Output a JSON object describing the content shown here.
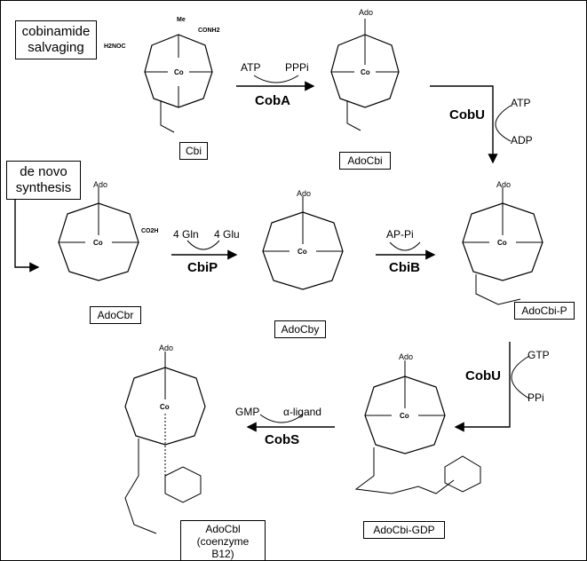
{
  "pathway_boxes": {
    "salvaging_line1": "cobinamide",
    "salvaging_line2": "salvaging",
    "denovo_line1": "de novo",
    "denovo_line2": "synthesis"
  },
  "compounds": {
    "cbi": "Cbi",
    "adocbi": "AdoCbi",
    "adocbr": "AdoCbr",
    "adocby": "AdoCby",
    "adocbi_p": "AdoCbi-P",
    "adocbi_gdp": "AdoCbi-GDP",
    "adocbl_line1": "AdoCbl",
    "adocbl_line2": "(coenzyme B12)"
  },
  "enzymes": {
    "coba": "CobA",
    "cobu_top": "CobU",
    "cbip": "CbiP",
    "cbib": "CbiB",
    "cobu_bottom": "CobU",
    "cobs": "CobS"
  },
  "cofactors": {
    "atp_coba": "ATP",
    "ppp_coba": "PPPi",
    "atp_cobu": "ATP",
    "adp_cobu": "ADP",
    "gln": "4 Gln",
    "glu": "4 Glu",
    "ap_pi": "AP-Pi",
    "gtp": "GTP",
    "ppi": "PPi",
    "gmp": "GMP",
    "alpha_ligand": "α-ligand"
  },
  "structure_labels": {
    "ado": "Ado",
    "co": "Co",
    "me": "Me",
    "conh2": "CONH2",
    "h2noc": "H2NOC",
    "co2h": "CO2H"
  }
}
